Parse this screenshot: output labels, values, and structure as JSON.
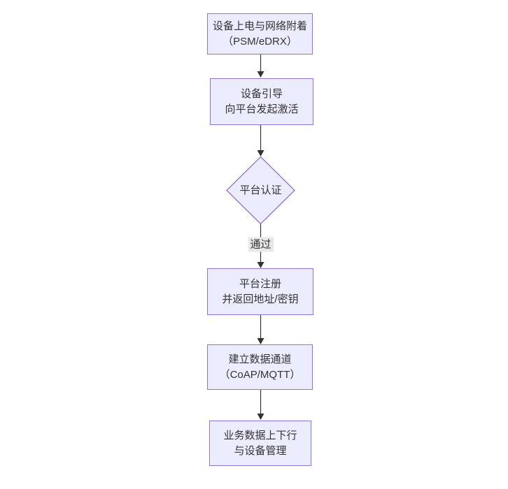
{
  "diagram": {
    "type": "flowchart",
    "direction": "top-to-bottom",
    "nodes": [
      {
        "id": "n1",
        "shape": "rect",
        "line1": "设备上电与网络附着",
        "line2": "（PSM/eDRX）"
      },
      {
        "id": "n2",
        "shape": "rect",
        "line1": "设备引导",
        "line2": "向平台发起激活"
      },
      {
        "id": "n3",
        "shape": "diamond",
        "line1": "平台认证",
        "line2": ""
      },
      {
        "id": "n4",
        "shape": "rect",
        "line1": "平台注册",
        "line2": "并返回地址/密钥"
      },
      {
        "id": "n5",
        "shape": "rect",
        "line1": "建立数据通道",
        "line2": "（CoAP/MQTT）"
      },
      {
        "id": "n6",
        "shape": "rect",
        "line1": "业务数据上下行",
        "line2": "与设备管理"
      }
    ],
    "edges": [
      {
        "from": "n1",
        "to": "n2",
        "label": ""
      },
      {
        "from": "n2",
        "to": "n3",
        "label": ""
      },
      {
        "from": "n3",
        "to": "n4",
        "label": "通过"
      },
      {
        "from": "n4",
        "to": "n5",
        "label": ""
      },
      {
        "from": "n5",
        "to": "n6",
        "label": ""
      }
    ],
    "colors": {
      "node_fill": "#ECECFF",
      "node_border": "#9370DB",
      "text": "#333333",
      "arrow": "#333333",
      "edge_label_bg": "#e8e8e8",
      "background": "#ffffff"
    }
  }
}
